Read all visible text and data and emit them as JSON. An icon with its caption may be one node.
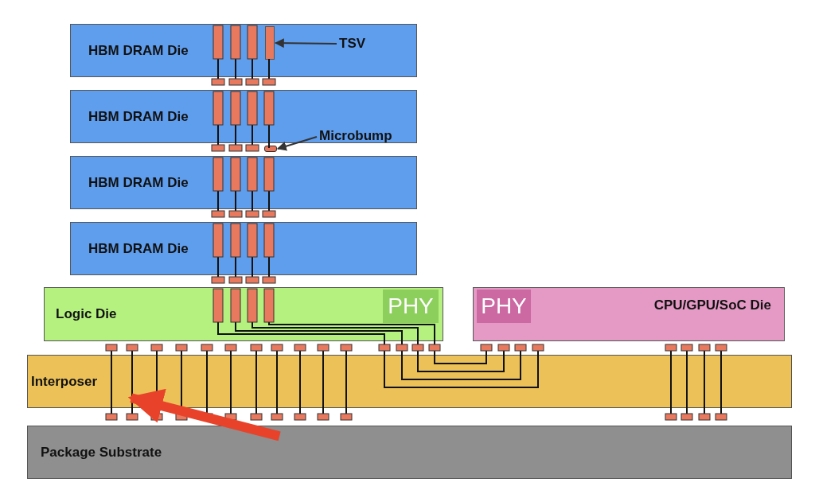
{
  "diagram": {
    "nodes": [
      {
        "text": [
          "HBM DRAM Die"
        ]
      },
      {
        "text": [],
        "shape": "bar",
        "in": 0
      },
      {
        "text": [
          "TSV"
        ],
        "in": 0
      },
      {
        "text": [
          "HBM DRAM Die"
        ]
      },
      {
        "text": [],
        "shape": "box"
      },
      {
        "text": [
          "Microbump"
        ],
        "in": 3
      },
      {
        "text": [
          "HBM DRAM Die"
        ]
      },
      {
        "text": [
          "HBM DRAM Die"
        ]
      },
      {
        "text": [
          "Logic Die"
        ]
      },
      {
        "text": [
          "PHY"
        ],
        "in": 8
      },
      {
        "text": [
          "CPU/GPU/SoC Die"
        ]
      },
      {
        "text": [
          "PHY"
        ],
        "in": 10
      },
      {
        "text": [
          "Interposer"
        ]
      },
      {
        "text": [
          "Package Substrate"
        ]
      }
    ],
    "edges": [
      {
        "from": 2,
        "to": 1,
        "arrow": "to"
      },
      {
        "from": 5,
        "to": 4,
        "arrow": "to"
      },
      {
        "from": 13,
        "to": 12,
        "arrow": "to",
        "style": "thick",
        "color": "#e8432a"
      }
    ]
  }
}
